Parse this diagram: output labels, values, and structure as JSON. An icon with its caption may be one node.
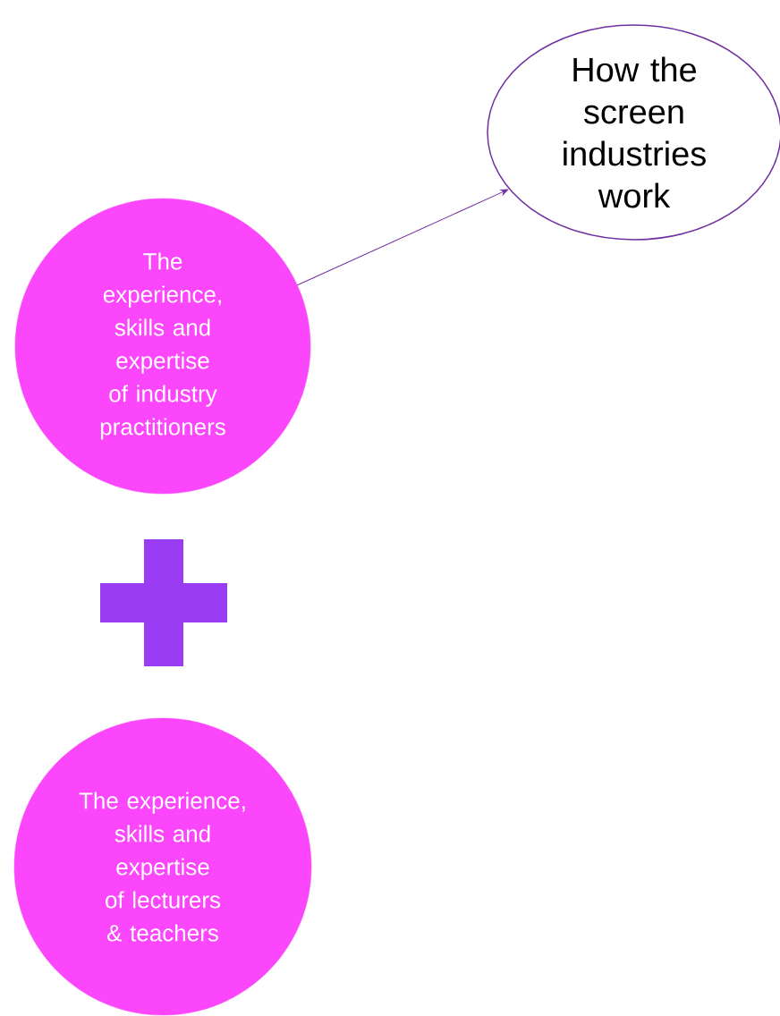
{
  "diagram": {
    "nodes": [
      {
        "text": [
          "How the screen industries work"
        ]
      },
      {
        "text": [
          "The experience, skills and expertise of industry practitioners"
        ]
      },
      {
        "text": [],
        "shape": "plus"
      },
      {
        "text": [
          "The experience, skills and expertise of lecturers & teachers"
        ]
      }
    ],
    "edges": [
      {
        "from": 1,
        "to": 0,
        "arrow": "to"
      }
    ]
  }
}
